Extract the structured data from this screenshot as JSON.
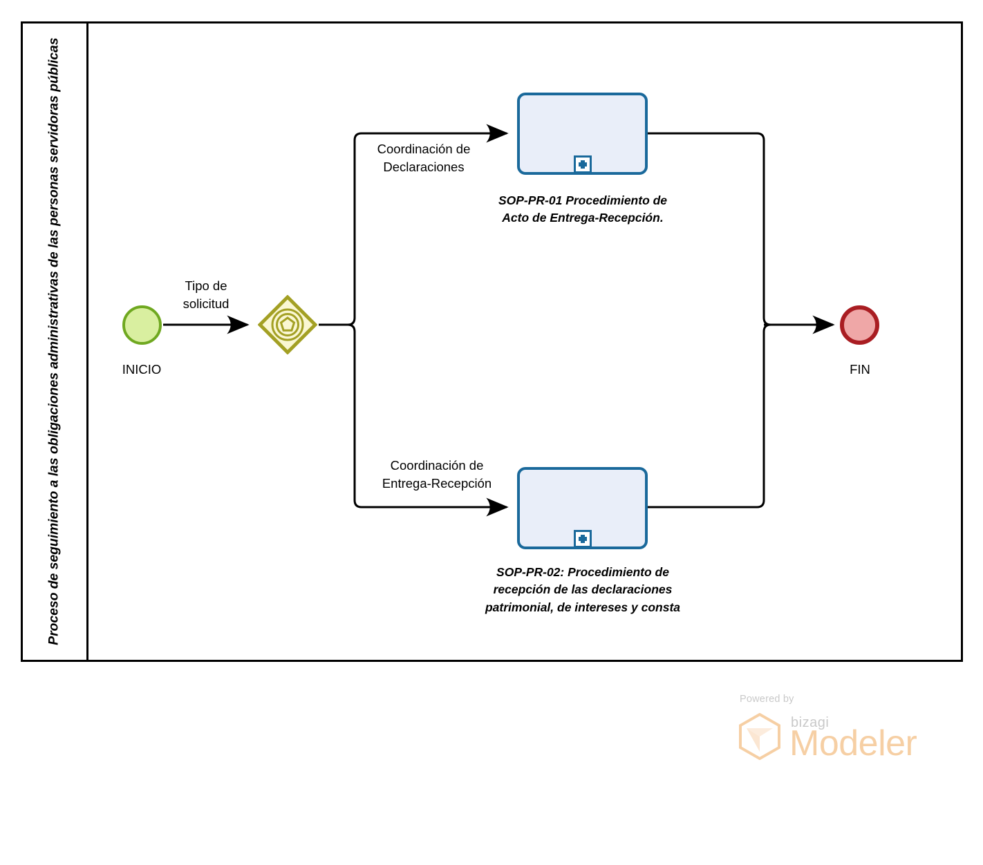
{
  "diagram": {
    "type": "bpmn-process-diagram",
    "pool": {
      "label": "Proceso de seguimiento a las obligaciones administrativas de las personas servidoras públicas"
    },
    "events": {
      "start": {
        "label": "INICIO",
        "icon": "start-event-circle",
        "border_color": "#6FA820",
        "fill_color": "#D9EFA0"
      },
      "end": {
        "label": "FIN",
        "icon": "end-event-circle",
        "border_color": "#A91D22",
        "fill_color": "#EFA7A7"
      }
    },
    "gateway": {
      "name": "complex-gateway",
      "icon": "complex-gateway-pentagon",
      "incoming_label": "Tipo de\nsolicitud",
      "border_color": "#A3A024",
      "fill_color": "#FAF7D2"
    },
    "tasks": [
      {
        "id": "task-sop-pr-01",
        "label": "SOP-PR-01 Procedimiento de\nActo de Entrega-Recepción.",
        "marker": "collapsed-subprocess-plus",
        "incoming_label": "Coordinación de\nDeclaraciones",
        "border_color": "#1A699B",
        "fill_color": "#E9EEF9"
      },
      {
        "id": "task-sop-pr-02",
        "label": "SOP-PR-02: Procedimiento de\nrecepción de las declaraciones\npatrimonial, de intereses y consta",
        "marker": "collapsed-subprocess-plus",
        "incoming_label": "Coordinación de\nEntrega-Recepción",
        "border_color": "#1A699B",
        "fill_color": "#E9EEF9"
      }
    ]
  },
  "watermark": {
    "powered_by": "Powered by",
    "brand_small": "bizagi",
    "brand_large": "Modeler",
    "logo_icon": "bizagi-hexagon-logo",
    "color": "#F6CFA4",
    "text_color": "#C9C9C9"
  }
}
